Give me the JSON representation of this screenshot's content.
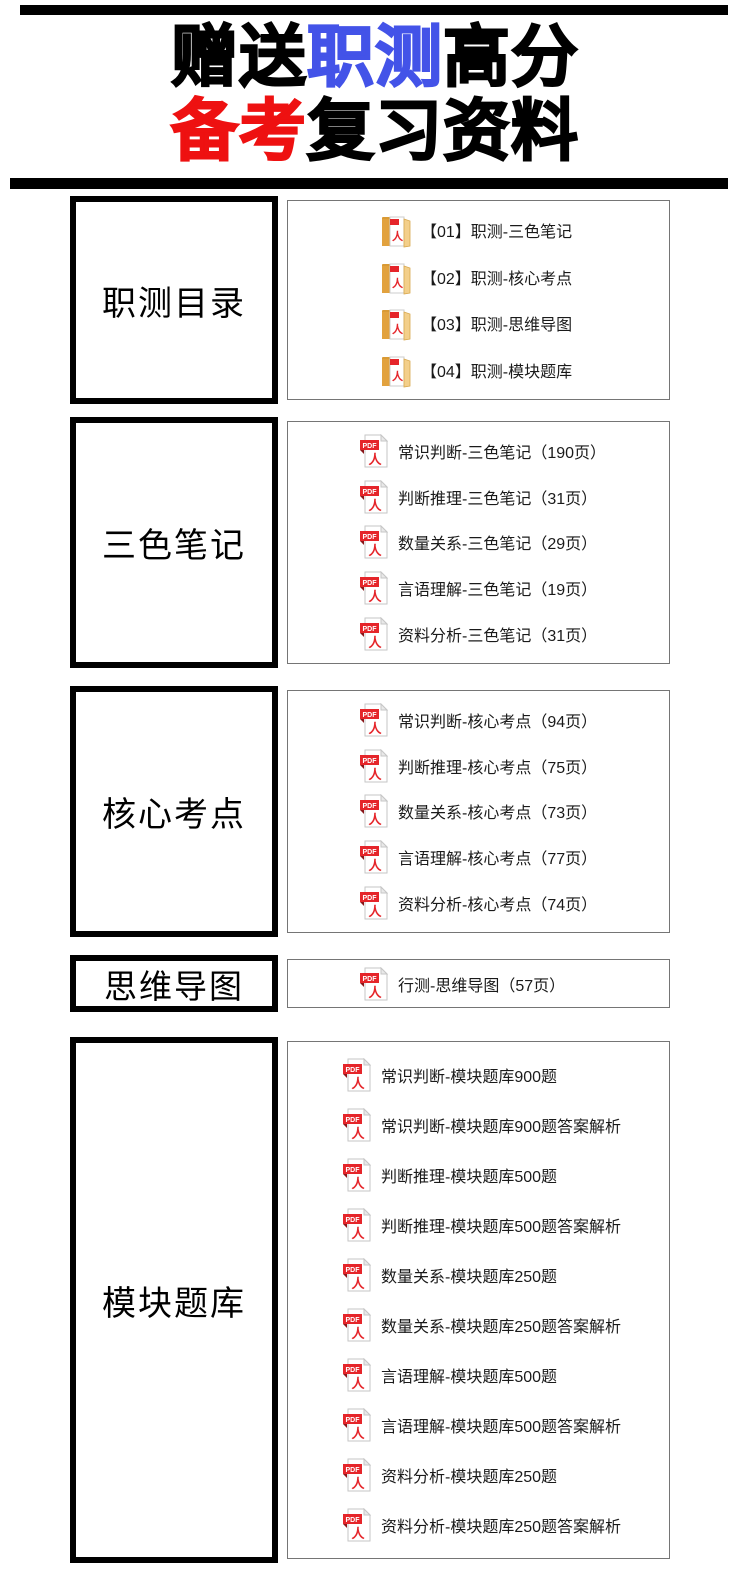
{
  "header": {
    "title": {
      "line1": [
        {
          "text": "赠送",
          "color": "#000000"
        },
        {
          "text": "职测",
          "color": "#4353e8"
        },
        {
          "text": "高分",
          "color": "#000000"
        }
      ],
      "line2": [
        {
          "text": "备考",
          "color": "#ee1111"
        },
        {
          "text": "复习资料",
          "color": "#000000"
        }
      ]
    }
  },
  "colors": {
    "accent_blue": "#4353e8",
    "accent_red": "#ee1111",
    "pdf_red": "#e5252a",
    "folder_tan_dark": "#e2a23e",
    "folder_tan_light": "#f3cf8a"
  },
  "icons": {
    "pdf": "pdf-file-icon",
    "folder": "folder-pdf-icon",
    "pdf_badge_text": "PDF",
    "pdf_glyph": "人"
  },
  "sections": [
    {
      "label": "职测目录",
      "icon": "folder",
      "files": [
        "【01】职测-三色笔记",
        "【02】职测-核心考点",
        "【03】职测-思维导图",
        "【04】职测-模块题库"
      ]
    },
    {
      "label": "三色笔记",
      "icon": "pdf",
      "files": [
        "常识判断-三色笔记（190页）",
        "判断推理-三色笔记（31页）",
        "数量关系-三色笔记（29页）",
        "言语理解-三色笔记（19页）",
        "资料分析-三色笔记（31页）"
      ]
    },
    {
      "label": "核心考点",
      "icon": "pdf",
      "files": [
        "常识判断-核心考点（94页）",
        "判断推理-核心考点（75页）",
        "数量关系-核心考点（73页）",
        "言语理解-核心考点（77页）",
        "资料分析-核心考点（74页）"
      ]
    },
    {
      "label": "思维导图",
      "icon": "pdf",
      "files": [
        "行测-思维导图（57页）"
      ]
    },
    {
      "label": "模块题库",
      "icon": "pdf",
      "files": [
        "常识判断-模块题库900题",
        "常识判断-模块题库900题答案解析",
        "判断推理-模块题库500题",
        "判断推理-模块题库500题答案解析",
        "数量关系-模块题库250题",
        "数量关系-模块题库250题答案解析",
        "言语理解-模块题库500题",
        "言语理解-模块题库500题答案解析",
        "资料分析-模块题库250题",
        "资料分析-模块题库250题答案解析"
      ]
    }
  ]
}
